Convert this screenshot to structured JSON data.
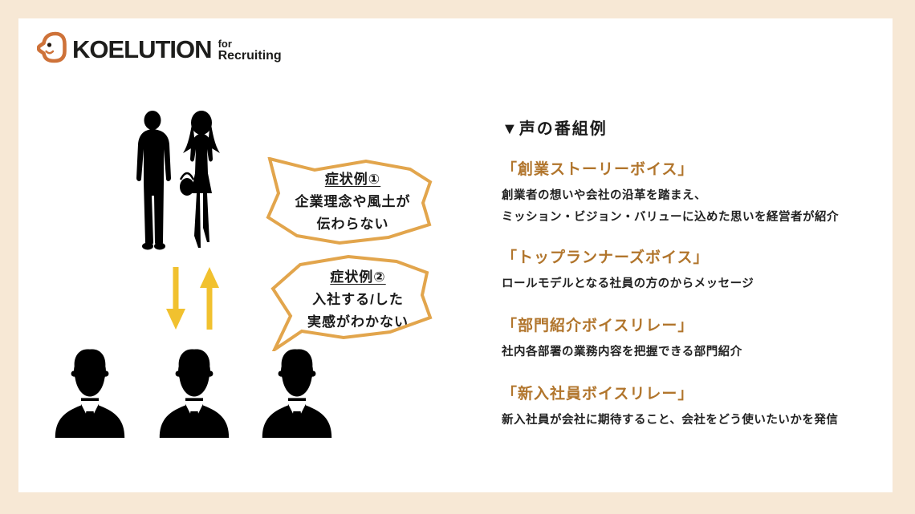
{
  "page": {
    "frame_color": "#F7E8D5",
    "canvas_color": "#FFFFFF"
  },
  "logo": {
    "brand": "KOELUTION",
    "suffix_line1": "for",
    "suffix_line2": "Recruiting",
    "icon": "koelution-face-icon",
    "icon_color": "#CE7239",
    "text_color": "#1D1D1B"
  },
  "diagram": {
    "top_figures": "company-man-woman-silhouette",
    "bottom_figures": "three-businessmen-silhouettes",
    "arrow_color": "#F1C12F",
    "bubble_border_color": "#E2A54C",
    "bubbles": [
      {
        "label": "症状例①",
        "line1": "企業理念や風土が",
        "line2": "伝わらない"
      },
      {
        "label": "症状例②",
        "line1": "入社する/した",
        "line2": "実感がわかない"
      }
    ]
  },
  "program_examples": {
    "heading": "▼声の番組例",
    "accent_color": "#B1752C",
    "sections": [
      {
        "title": "「創業ストーリーボイス」",
        "desc_line1": "創業者の想いや会社の沿革を踏まえ、",
        "desc_line2": "ミッション・ビジョン・バリューに込めた思いを経営者が紹介"
      },
      {
        "title": "「トップランナーズボイス」",
        "desc_line1": "ロールモデルとなる社員の方のからメッセージ",
        "desc_line2": ""
      },
      {
        "title": "「部門紹介ボイスリレー」",
        "desc_line1": "社内各部署の業務内容を把握できる部門紹介",
        "desc_line2": ""
      },
      {
        "title": "「新入社員ボイスリレー」",
        "desc_line1": "新入社員が会社に期待すること、会社をどう使いたいかを発信",
        "desc_line2": ""
      }
    ]
  }
}
